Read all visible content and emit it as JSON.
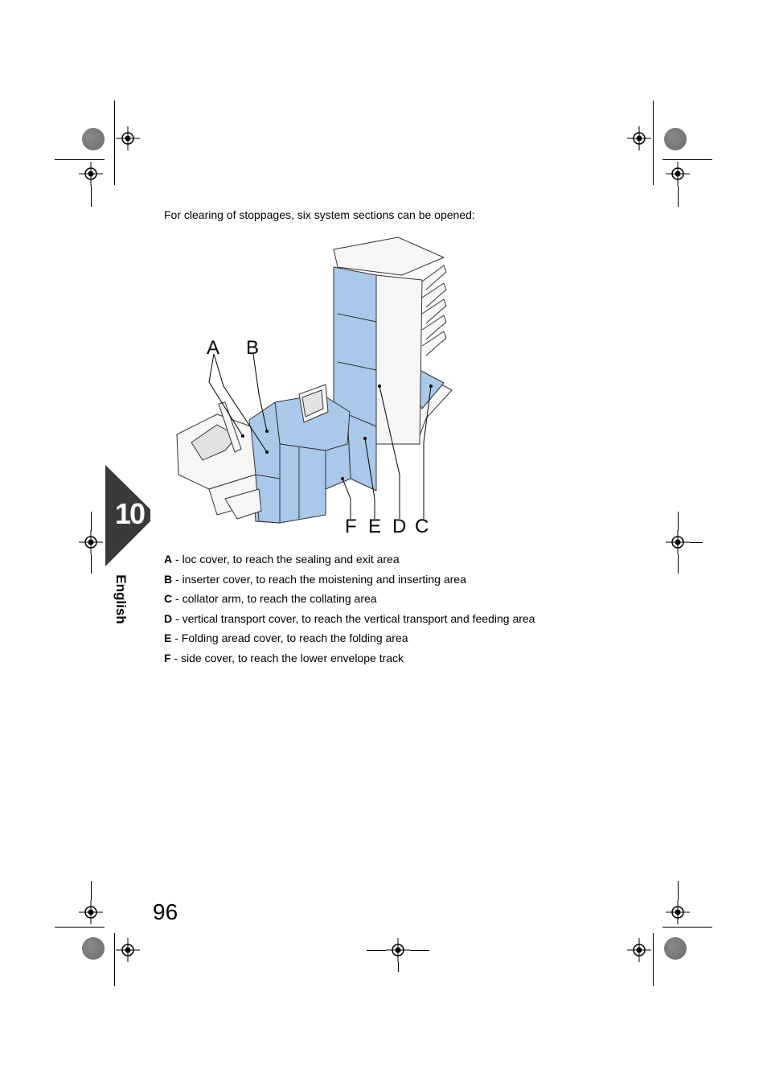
{
  "intro_text": "For clearing of stoppages, six system sections can be opened:",
  "figure": {
    "callouts": [
      "A",
      "B",
      "F",
      "E",
      "D",
      "C"
    ],
    "colors": {
      "cover": "#a9c8ea",
      "cover_edge": "#7fa6cf",
      "machine": "#f6f6f6",
      "outline": "#333333"
    }
  },
  "legend": [
    {
      "key": "A",
      "text": " - loc cover, to reach the sealing and exit area"
    },
    {
      "key": "B",
      "text": " - inserter cover, to reach the moistening and inserting area"
    },
    {
      "key": "C",
      "text": " - collator arm, to reach the collating area"
    },
    {
      "key": "D",
      "text": " - vertical transport cover, to reach the vertical transport and feeding area"
    },
    {
      "key": "E",
      "text": " - Folding aread cover, to reach the folding area"
    },
    {
      "key": "F",
      "text": " - side cover, to reach the lower envelope track"
    }
  ],
  "chapter_tab": {
    "number": "10",
    "language": "English",
    "color": "#3a3a3a"
  },
  "page_number": "96"
}
